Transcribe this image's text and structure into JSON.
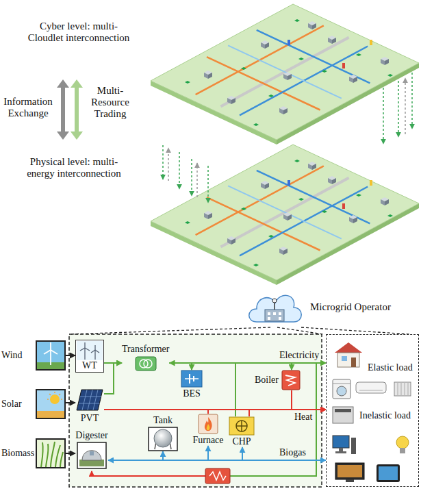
{
  "diagram": {
    "nodes": [
      {
        "text": [
          "Microgrid Operator"
        ]
      },
      {
        "text": [
          "Wind"
        ]
      },
      {
        "text": [
          "WT"
        ]
      },
      {
        "text": [
          "Transformer"
        ]
      },
      {
        "text": [
          "BES"
        ]
      },
      {
        "text": [
          "Boiler"
        ]
      },
      {
        "text": [
          "Solar"
        ]
      },
      {
        "text": [
          "PVT"
        ]
      },
      {
        "text": [
          "Tank"
        ]
      },
      {
        "text": [
          "Furnace"
        ]
      },
      {
        "text": [
          "CHP"
        ]
      },
      {
        "text": [
          "Biomass"
        ]
      },
      {
        "text": [
          "Digester"
        ]
      },
      {
        "text": [
          "Elastic load",
          "Inelastic load"
        ]
      }
    ],
    "edges": [
      {
        "from": 1,
        "to": 2,
        "arrow": "to"
      },
      {
        "from": 6,
        "to": 7,
        "arrow": "to"
      },
      {
        "from": 11,
        "to": 12,
        "arrow": "to"
      },
      {
        "from": 2,
        "to": 3,
        "arrow": "to"
      },
      {
        "from": 7,
        "to": 3,
        "arrow": "to"
      },
      {
        "from": 3,
        "to": 13,
        "arrow": "to"
      },
      {
        "from": 3,
        "to": 4,
        "arrow": "both"
      },
      {
        "from": 3,
        "to": 5,
        "arrow": "to"
      },
      {
        "from": 10,
        "to": 13,
        "arrow": "to"
      },
      {
        "from": 7,
        "to": 13,
        "arrow": "to"
      },
      {
        "from": 5,
        "to": 13,
        "arrow": "to"
      },
      {
        "from": 9,
        "to": 13,
        "arrow": "to"
      },
      {
        "from": 10,
        "to": 13,
        "arrow": "to"
      },
      {
        "from": 12,
        "to": 13,
        "arrow": "to"
      },
      {
        "from": 12,
        "to": 8,
        "arrow": "both"
      },
      {
        "from": 12,
        "to": 9,
        "arrow": "to"
      },
      {
        "from": 12,
        "to": 10,
        "arrow": "to"
      },
      {
        "from": 0,
        "to": 13,
        "arrow": "none"
      }
    ],
    "labels": [
      "Cyber level: multi- Cloudlet interconnection",
      "Information Exchange",
      "Multi- Resource Trading",
      "Physical level: multi- energy interconnection",
      "Electricity",
      "Heat",
      "Biogas"
    ]
  }
}
